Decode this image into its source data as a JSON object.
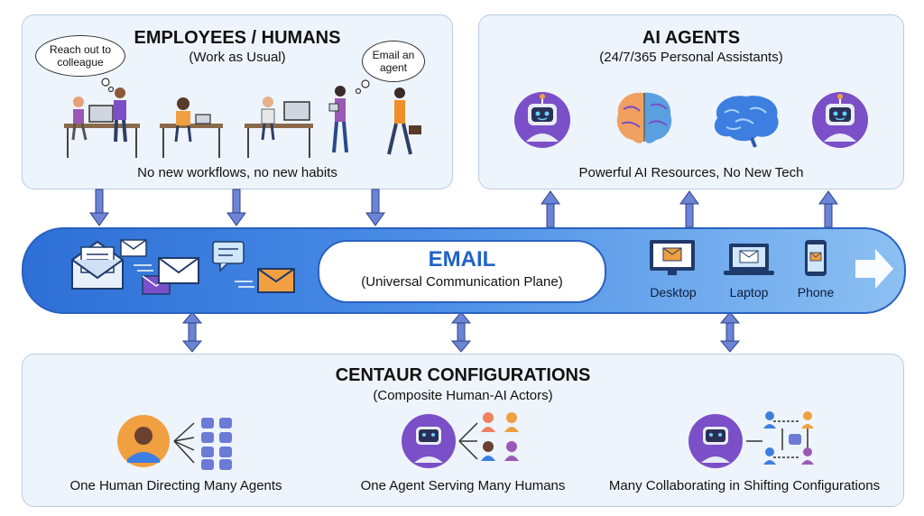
{
  "employees": {
    "title": "EMPLOYEES / HUMANS",
    "subtitle": "(Work as Usual)",
    "bubble_left": "Reach out to colleague",
    "bubble_right": "Email an agent",
    "caption": "No new workflows, no new habits"
  },
  "agents": {
    "title": "AI AGENTS",
    "subtitle": "(24/7/365 Personal Assistants)",
    "caption": "Powerful AI Resources, No New Tech"
  },
  "email": {
    "title": "EMAIL",
    "subtitle": "(Universal Communication Plane)",
    "devices": [
      "Desktop",
      "Laptop",
      "Phone"
    ]
  },
  "centaur": {
    "title": "CENTAUR CONFIGURATIONS",
    "subtitle": "(Composite Human-AI Actors)",
    "configs": [
      "One Human Directing Many Agents",
      "One Agent Serving Many Humans",
      "Many Collaborating in Shifting Configurations"
    ]
  },
  "colors": {
    "band_start": "#2d6fd6",
    "band_end": "#8cc0f2",
    "email_title": "#1f63c7",
    "arrow": "#6a84d6",
    "robot_purple": "#7b4fc7",
    "panel_bg": "#eef4fb"
  }
}
